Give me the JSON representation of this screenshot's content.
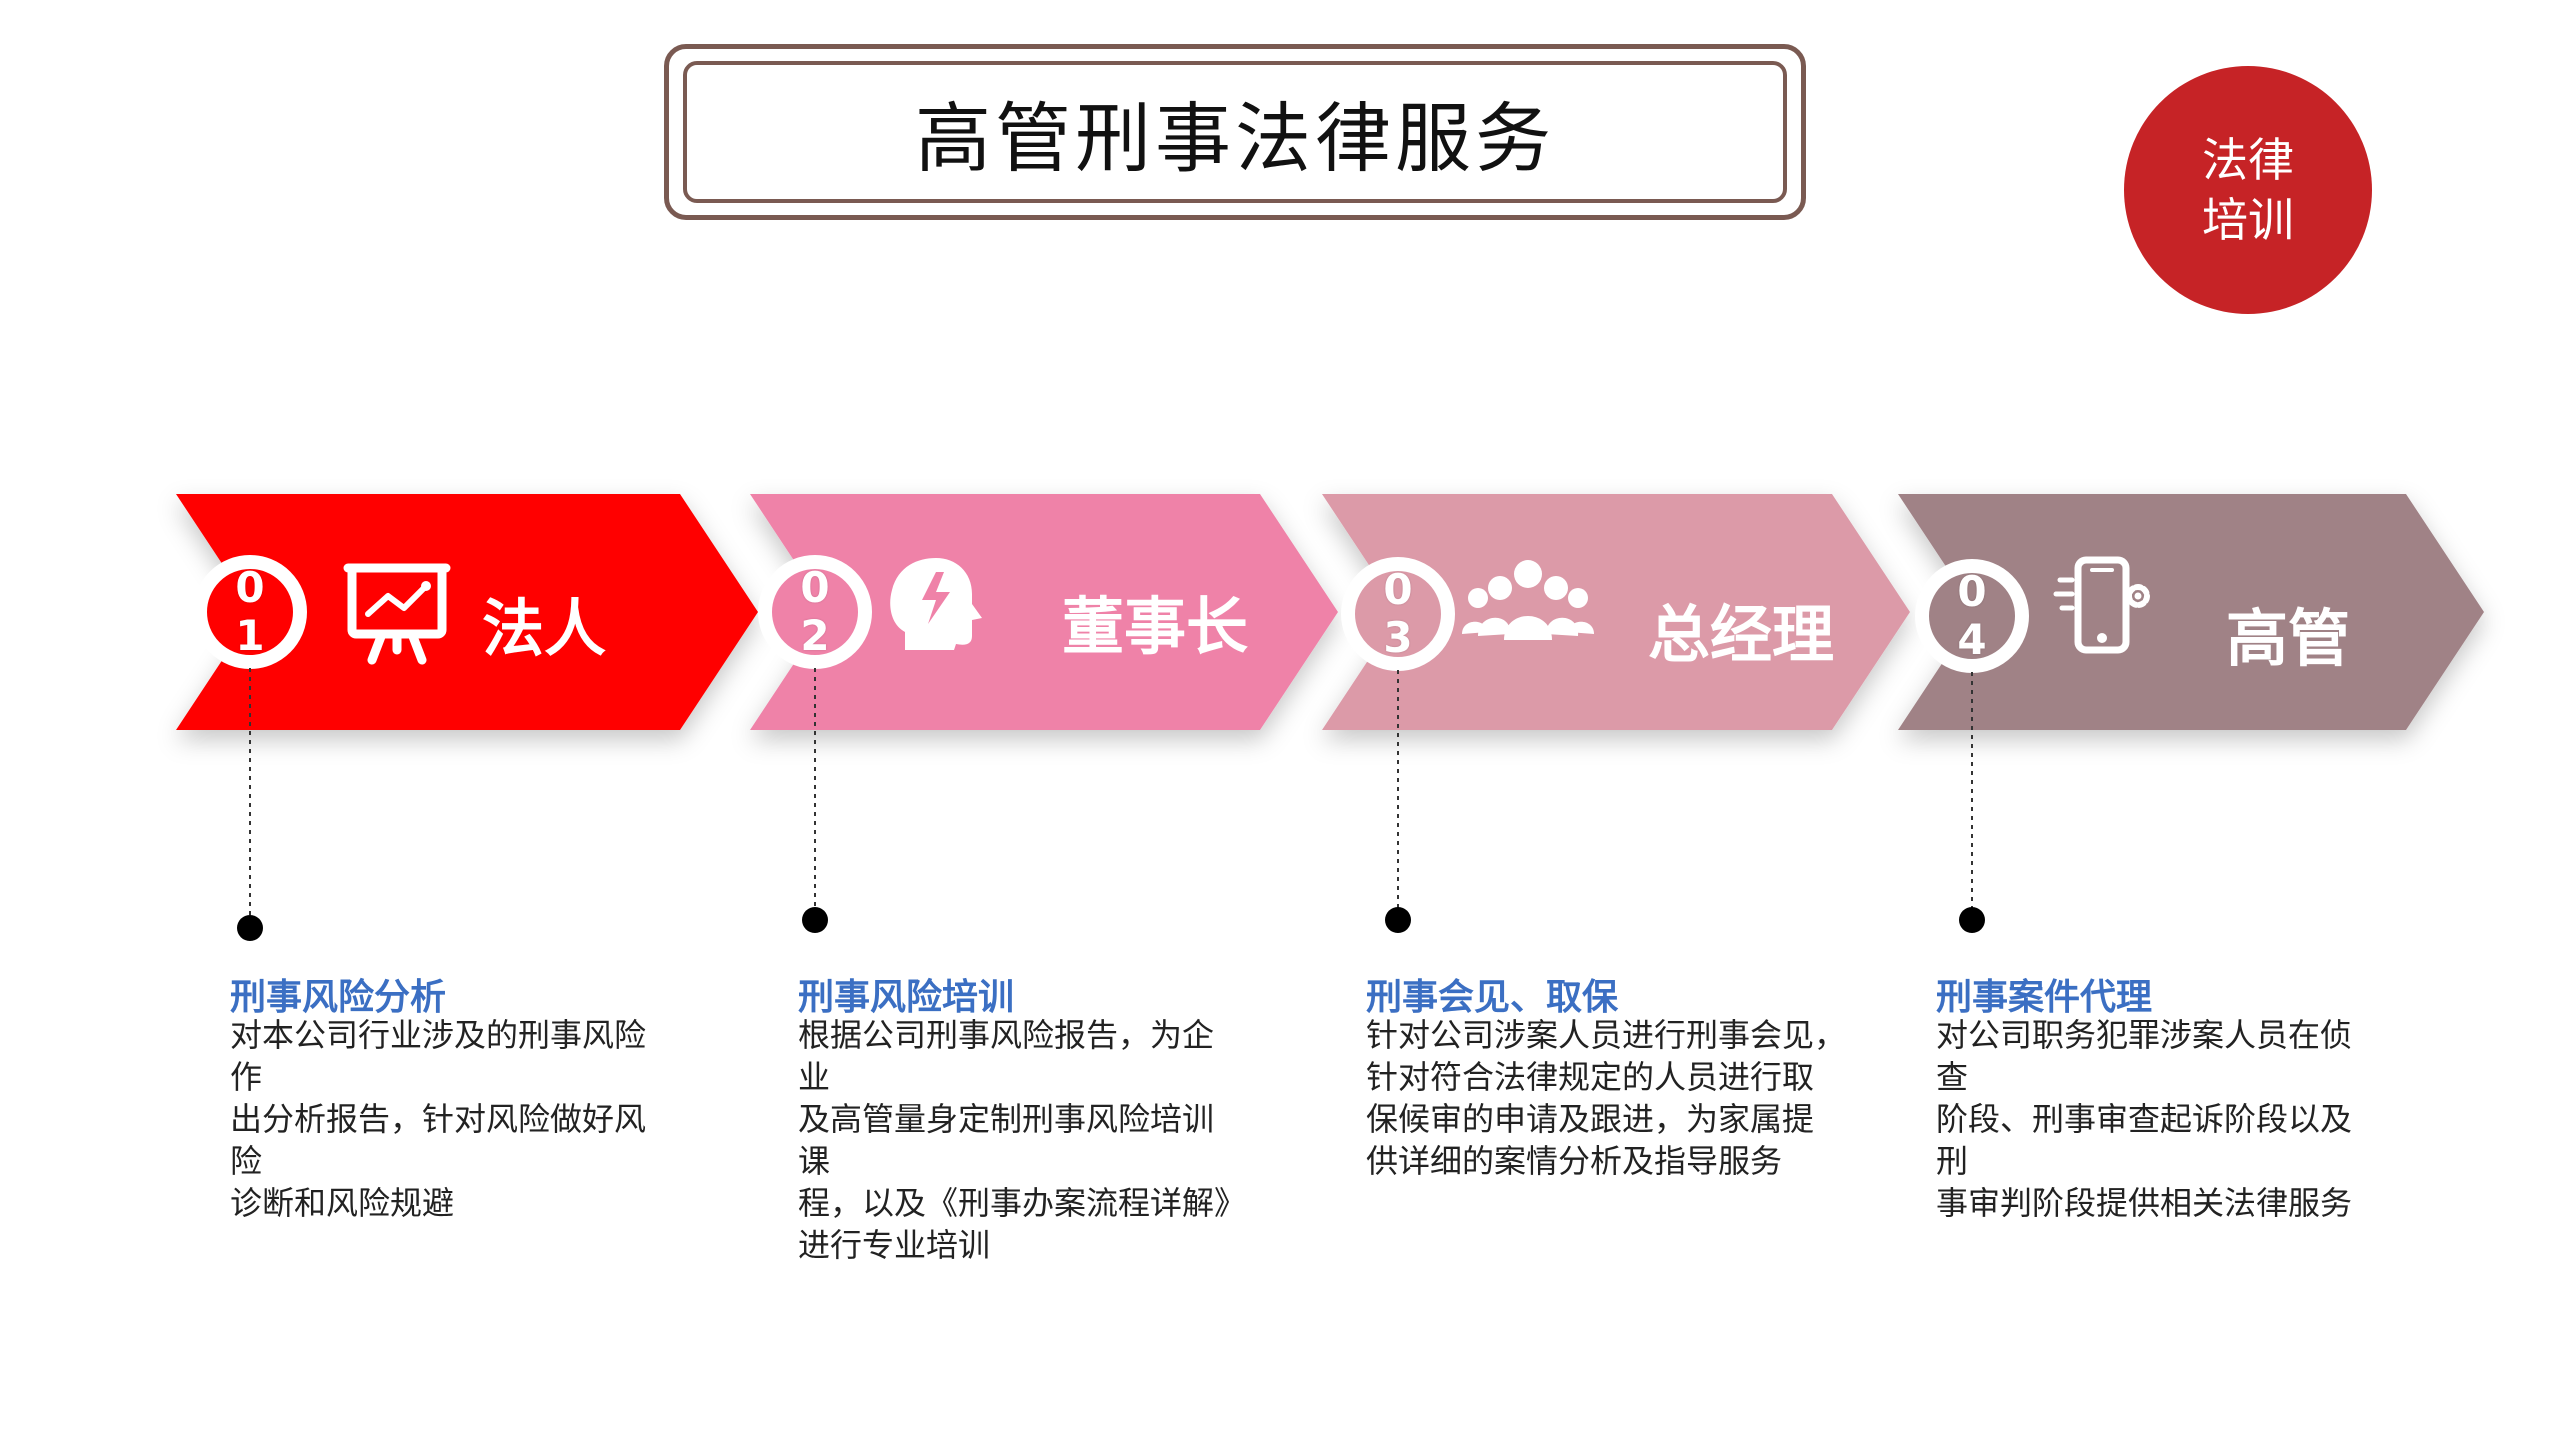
{
  "title": "高管刑事法律服务",
  "badge": {
    "line1": "法律",
    "line2": "培训"
  },
  "steps": [
    {
      "num1": "0",
      "num2": "1",
      "label": "法人",
      "icon": "presentation-chart-icon",
      "color": "#ff0000",
      "heading": "刑事风险分析",
      "lines": [
        "对本公司行业涉及的刑事风险作",
        "出分析报告，针对风险做好风险",
        "诊断和风险规避"
      ]
    },
    {
      "num1": "0",
      "num2": "2",
      "label": "董事长",
      "icon": "head-lightning-icon",
      "color": "#ef82a8",
      "heading": "刑事风险培训",
      "lines": [
        "根据公司刑事风险报告，为企业",
        "及高管量身定制刑事风险培训课",
        "程，以及《刑事办案流程详解》",
        "进行专业培训"
      ]
    },
    {
      "num1": "0",
      "num2": "3",
      "label": "总经理",
      "icon": "team-people-icon",
      "color": "#dc9aa8",
      "heading": "刑事会见、取保",
      "lines": [
        "针对公司涉案人员进行刑事会见，",
        "针对符合法律规定的人员进行取",
        "保候审的申请及跟进，为家属提",
        "供详细的案情分析及指导服务"
      ]
    },
    {
      "num1": "0",
      "num2": "4",
      "label": "高管",
      "icon": "mobile-phone-gear-icon",
      "color": "#a08286",
      "heading": "刑事案件代理",
      "lines": [
        "对公司职务犯罪涉案人员在侦查",
        "阶段、刑事审查起诉阶段以及刑",
        "事审判阶段提供相关法律服务"
      ]
    }
  ]
}
